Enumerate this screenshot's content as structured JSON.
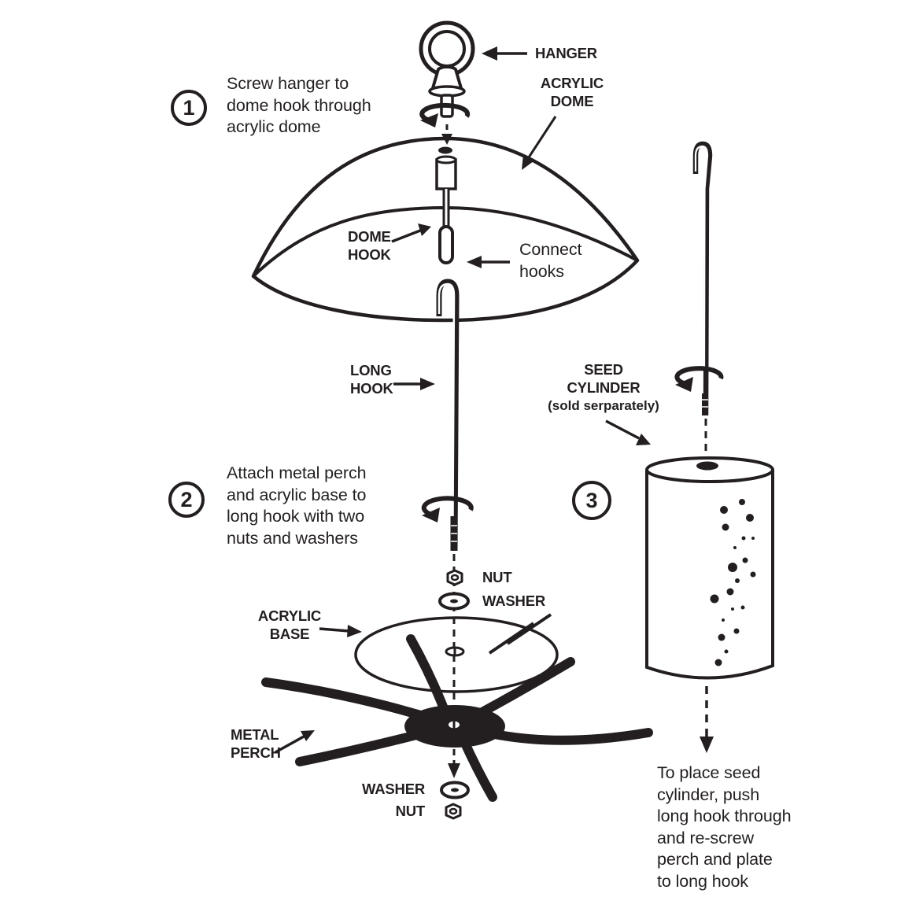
{
  "figure": {
    "kind": "assembly-instruction-diagram",
    "subject": "dome bird feeder with seed cylinder"
  },
  "colors": {
    "ink": "#231f20",
    "paper": "#ffffff"
  },
  "steps": [
    {
      "number": "1",
      "instruction": "Screw hanger to\ndome hook through\nacrylic dome"
    },
    {
      "number": "2",
      "instruction": "Attach metal perch\nand acrylic base to\nlong hook with two\nnuts and washers"
    },
    {
      "number": "3",
      "instruction": "To place seed\ncylinder, push\nlong hook through\nand re-screw\nperch and plate\nto long hook"
    }
  ],
  "part_labels": {
    "hanger": "HANGER",
    "acrylic_dome": "ACRYLIC\nDOME",
    "dome_hook": "DOME\nHOOK",
    "connect_hooks": "Connect\nhooks",
    "long_hook": "LONG\nHOOK",
    "seed_cylinder": "SEED\nCYLINDER",
    "seed_cylinder_note": "(sold serparately)",
    "nut_upper": "NUT",
    "washer_upper": "WASHER",
    "acrylic_base": "ACRYLIC\nBASE",
    "metal_perch": "METAL\nPERCH",
    "washer_lower": "WASHER",
    "nut_lower": "NUT"
  }
}
